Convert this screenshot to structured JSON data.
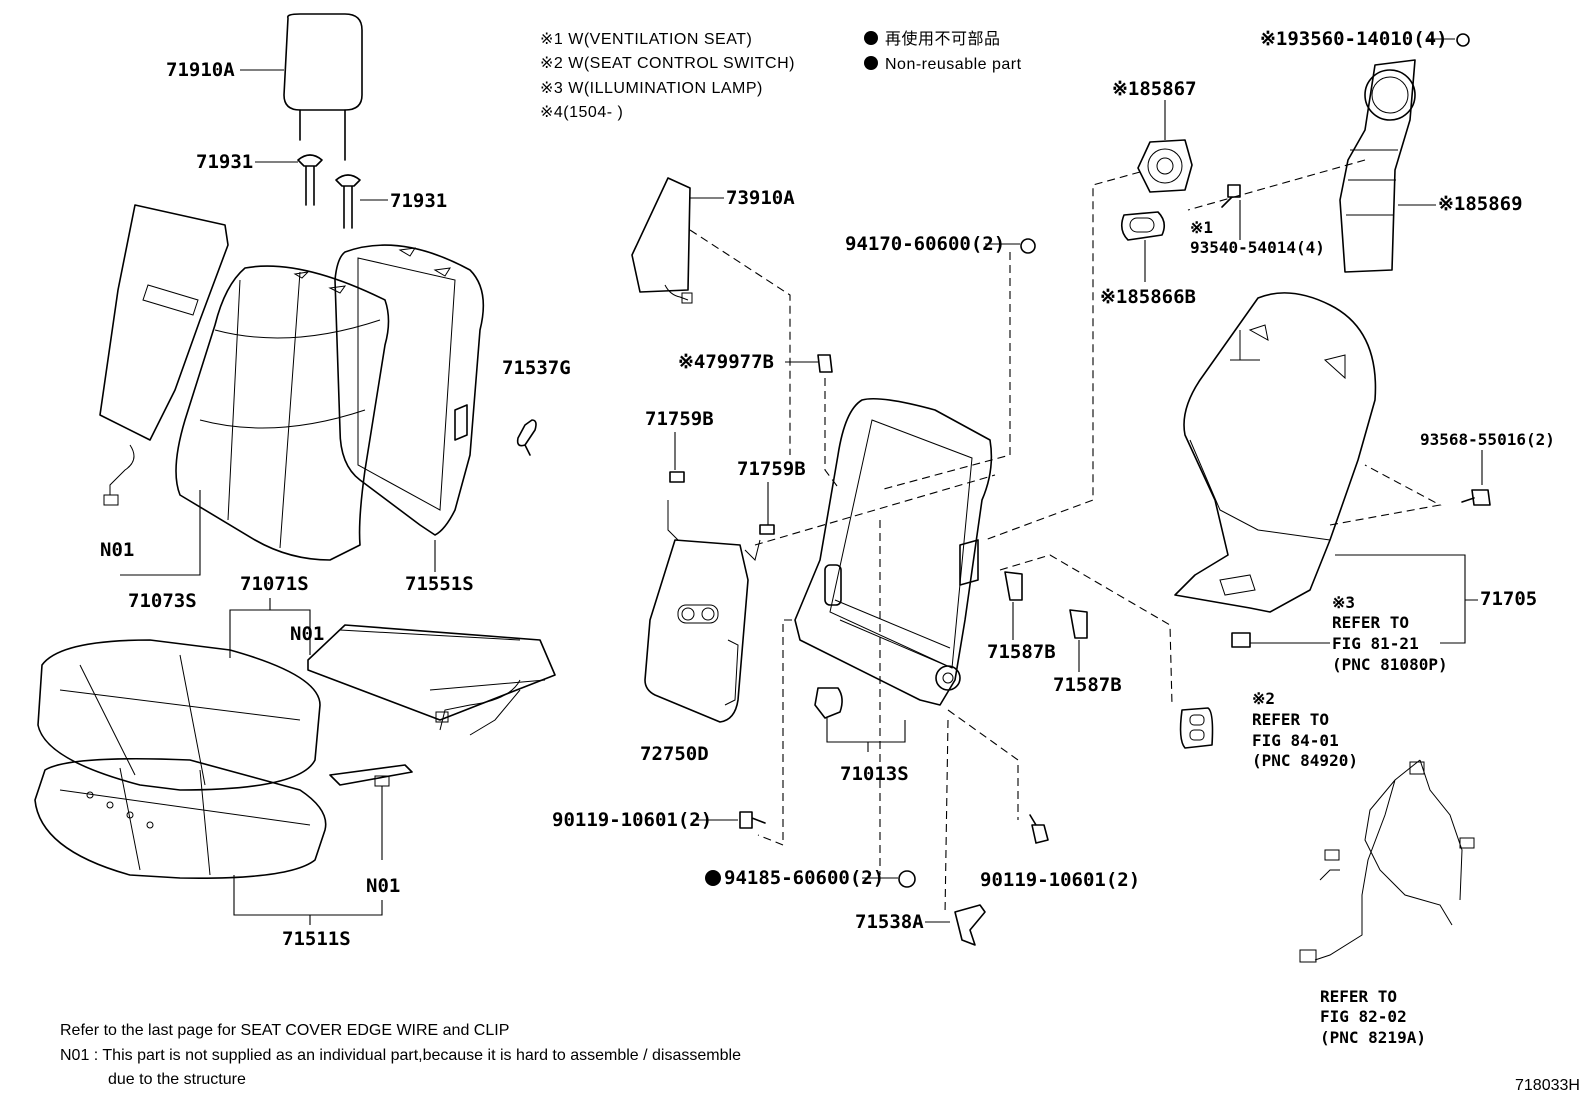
{
  "legend": {
    "notes": [
      "※1  W(VENTILATION SEAT)",
      "※2  W(SEAT CONTROL SWITCH)",
      "※3  W(ILLUMINATION LAMP)",
      "※4(1504-       )"
    ],
    "non_reusable_jp": "再使用不可部品",
    "non_reusable_en": "Non-reusable part"
  },
  "parts": {
    "p71910A": "71910A",
    "p71931a": "71931",
    "p71931b": "71931",
    "pN01a": "N01",
    "p71073S": "71073S",
    "p71551S": "71551S",
    "p71537G": "71537G",
    "p71071S": "71071S",
    "pN01b": "N01",
    "pN01c": "N01",
    "p71511S": "71511S",
    "p73910A": "73910A",
    "p94170": "94170-60600(2)",
    "p79977B": "※479977B",
    "p71759Ba": "71759B",
    "p71759Bb": "71759B",
    "p72750D": "72750D",
    "p71013S": "71013S",
    "p71587Ba": "71587B",
    "p71587Bb": "71587B",
    "p90119a": "90119-10601(2)",
    "p94185": "94185-60600(2)",
    "p90119b": "90119-10601(2)",
    "p71538A": "71538A",
    "p193560": "※193560-14010(4)",
    "p185867": "※185867",
    "p185869": "※185869",
    "p93540note": "※1",
    "p93540": "93540-54014(4)",
    "p185866B": "※185866B",
    "p93568": "93568-55016(2)",
    "p71705": "71705"
  },
  "refs": {
    "ref1": [
      "※3",
      "REFER TO",
      "FIG 81-21",
      "(PNC 81080P)"
    ],
    "ref2": [
      "※2",
      "REFER TO",
      "FIG 84-01",
      "(PNC 84920)"
    ],
    "ref3": [
      "REFER TO",
      "FIG 82-02",
      "(PNC 8219A)"
    ]
  },
  "footer": {
    "line1": "Refer to the last page for SEAT COVER EDGE WIRE and CLIP",
    "line2": "N01 : This part is not supplied as an individual part,because it is hard to assemble / disassemble",
    "line3": "due to the structure",
    "figure_id": "718033H"
  }
}
